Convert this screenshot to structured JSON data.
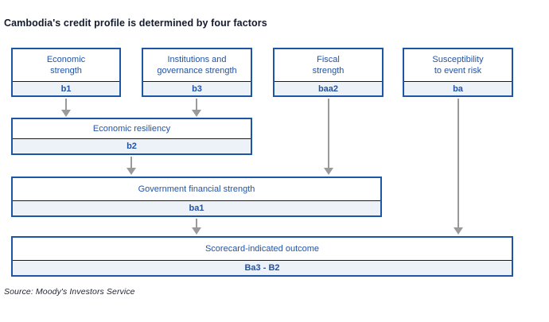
{
  "title": "Cambodia's credit profile is determined by four factors",
  "source": "Source: Moody's Investors Service",
  "colors": {
    "box_border": "#1d56a5",
    "box_text": "#2253a3",
    "value_background": "#edf2f9",
    "separator": "#1a1a1a",
    "arrow": "#9a9a9a",
    "title_text": "#131a2c"
  },
  "factors": [
    {
      "lines": [
        "Economic",
        "strength"
      ],
      "value": "b1"
    },
    {
      "lines": [
        "Institutions and",
        "governance strength"
      ],
      "value": "b3"
    },
    {
      "lines": [
        "Fiscal",
        "strength"
      ],
      "value": "baa2"
    },
    {
      "lines": [
        "Susceptibility",
        "to event risk"
      ],
      "value": "ba"
    }
  ],
  "economic_resiliency": {
    "label": "Economic resiliency",
    "value": "b2"
  },
  "government_financial_strength": {
    "label": "Government financial strength",
    "value": "ba1"
  },
  "outcome": {
    "label": "Scorecard-indicated outcome",
    "value": "Ba3 - B2"
  }
}
